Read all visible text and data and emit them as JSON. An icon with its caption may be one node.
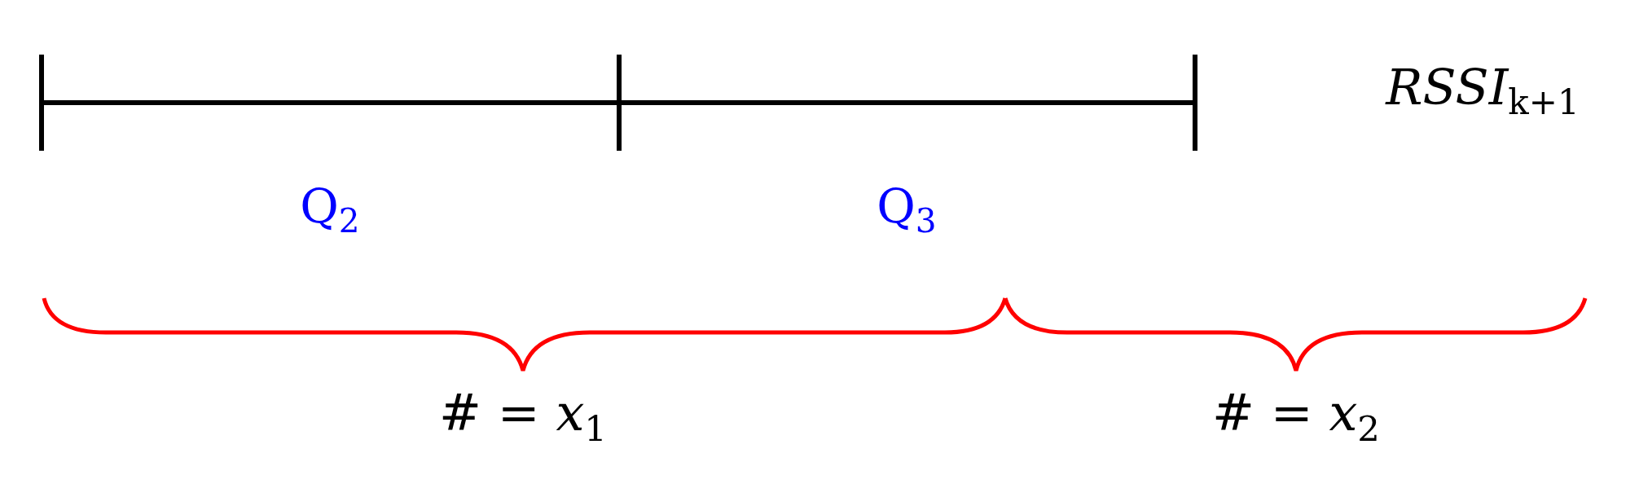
{
  "diagram": {
    "labels": [
      "*RSSI*$_{k+1}$",
      "Q$_{2}$",
      "Q$_{3}$",
      "# = *x*$_{1}$",
      "# = *x*$_{2}$"
    ]
  }
}
